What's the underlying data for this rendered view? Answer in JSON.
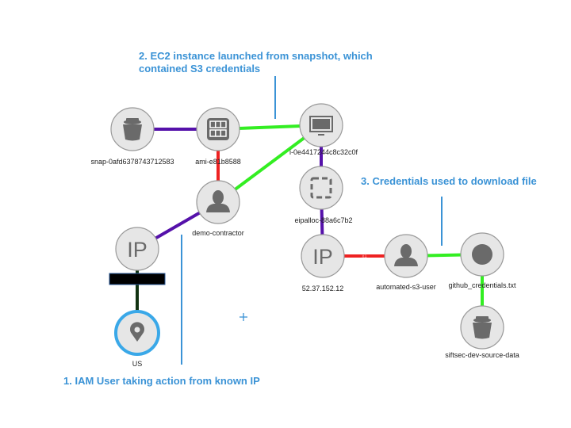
{
  "annotations": [
    {
      "id": "a2",
      "lines": [
        "2.  EC2 instance launched from snapshot, which",
        "contained S3 credentials"
      ]
    },
    {
      "id": "a3",
      "lines": [
        "3. Credentials used to download file"
      ]
    },
    {
      "id": "a1",
      "lines": [
        "1.  IAM User taking action from known IP"
      ]
    }
  ],
  "colors": {
    "annotation": "#3b93d6",
    "edge_green": "#33ee22",
    "edge_purple": "#5511aa",
    "edge_red": "#ee2222",
    "edge_darkgreen": "#113311",
    "node_fill": "#e6e6e6",
    "node_stroke": "#999999",
    "icon": "#6a6a6a",
    "selected_ring": "#3aa8e8"
  },
  "nodes": [
    {
      "id": "snap",
      "label": "snap-0afd6378743712583",
      "icon": "bucket-icon"
    },
    {
      "id": "ami",
      "label": "ami-e81b8588",
      "icon": "ami-grid-icon"
    },
    {
      "id": "inst",
      "label": "i-0e4417244c8c32c0f",
      "icon": "monitor-icon"
    },
    {
      "id": "user1",
      "label": "demo-contractor",
      "icon": "user-icon"
    },
    {
      "id": "ip1",
      "label": "",
      "icon": "ip-icon",
      "text": "IP"
    },
    {
      "id": "us",
      "label": "US",
      "icon": "location-pin-icon",
      "selected": true
    },
    {
      "id": "eip",
      "label": "eipalloc-88a6c7b2",
      "icon": "dashed-square-icon"
    },
    {
      "id": "ip2",
      "label": "52.37.152.12",
      "icon": "ip-icon",
      "text": "IP"
    },
    {
      "id": "user2",
      "label": "automated-s3-user",
      "icon": "user-icon"
    },
    {
      "id": "file",
      "label": "github_credentials.txt",
      "icon": "file-dot-icon"
    },
    {
      "id": "bucket",
      "label": "siftsec-dev-source-data",
      "icon": "bucket-icon"
    }
  ],
  "edges": [
    {
      "from": "snap",
      "to": "ami",
      "color": "purple"
    },
    {
      "from": "ami",
      "to": "inst",
      "color": "green"
    },
    {
      "from": "ami",
      "to": "user1",
      "color": "red"
    },
    {
      "from": "inst",
      "to": "user1",
      "color": "green"
    },
    {
      "from": "user1",
      "to": "ip1",
      "color": "purple"
    },
    {
      "from": "ip1",
      "to": "us",
      "color": "darkgreen"
    },
    {
      "from": "inst",
      "to": "eip",
      "color": "purple"
    },
    {
      "from": "eip",
      "to": "ip2",
      "color": "purple"
    },
    {
      "from": "ip2",
      "to": "user2",
      "color": "red",
      "label": "x1"
    },
    {
      "from": "user2",
      "to": "file",
      "color": "green"
    },
    {
      "from": "file",
      "to": "bucket",
      "color": "green"
    }
  ],
  "redaction_bar": true
}
